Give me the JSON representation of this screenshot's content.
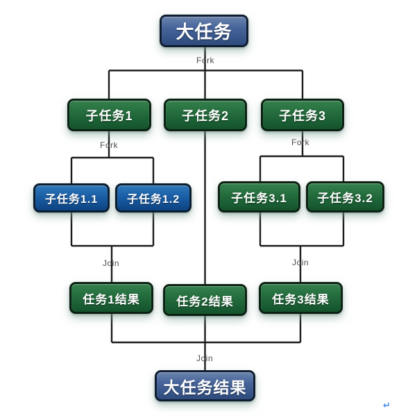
{
  "diagram": {
    "nodes": {
      "main_task": "大任务",
      "subtask_1": "子任务1",
      "subtask_2": "子任务2",
      "subtask_3": "子任务3",
      "subtask_1_1": "子任务1.1",
      "subtask_1_2": "子任务1.2",
      "subtask_3_1": "子任务3.1",
      "subtask_3_2": "子任务3.2",
      "result_1": "任务1结果",
      "result_2": "任务2结果",
      "result_3": "任务3结果",
      "final_result": "大任务结果"
    },
    "edge_labels": {
      "fork_top": "Fork",
      "fork_left": "Fork",
      "fork_right": "Fork",
      "join_left": "Join",
      "join_right": "Join",
      "join_bottom": "Join"
    },
    "colors": {
      "node_blue": "#46649b",
      "node_bright_blue": "#1a5ea6",
      "node_green": "#236b3c",
      "connector_line": "#1b1b1b",
      "edge_label_text": "#4b4b4b",
      "cursor_blue": "#4a90f0"
    },
    "cursor_glyph": "↵"
  }
}
